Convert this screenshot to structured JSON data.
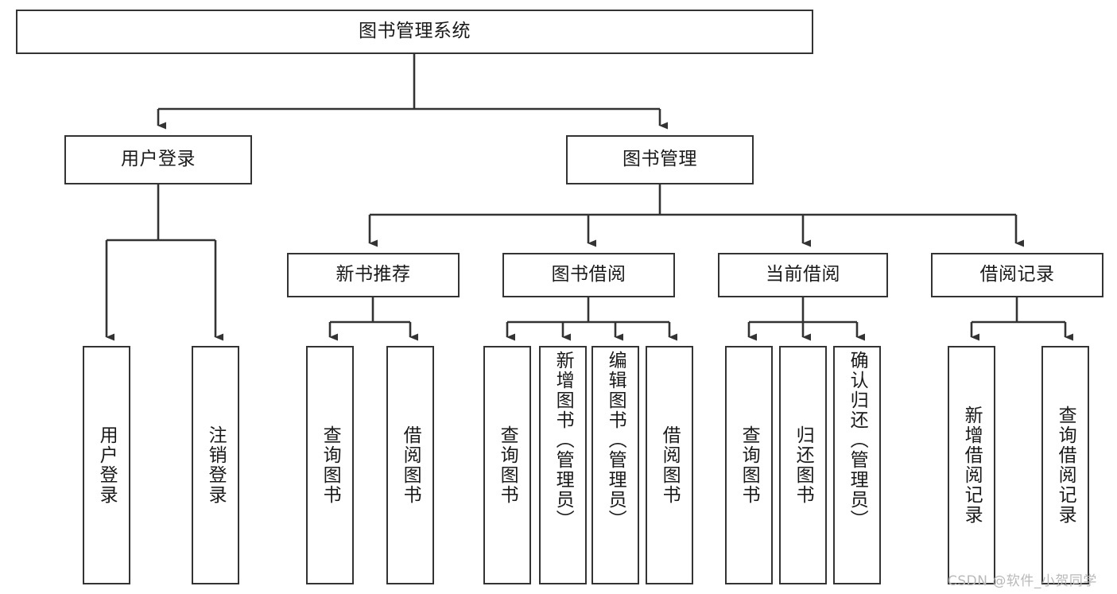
{
  "diagram": {
    "title": "图书管理系统",
    "type": "tree-hierarchy-chart",
    "orientation": "top-down",
    "colors": {
      "node_border": "#333333",
      "node_fill": "#ffffff",
      "edge": "#333333",
      "text": "#1a1a1a",
      "watermark": "#b9b9b9",
      "background": "#ffffff"
    }
  },
  "root": {
    "label": "图书管理系统"
  },
  "level2": [
    {
      "label": "用户登录"
    },
    {
      "label": "图书管理"
    }
  ],
  "level3": [
    {
      "label": "新书推荐"
    },
    {
      "label": "图书借阅"
    },
    {
      "label": "当前借阅"
    },
    {
      "label": "借阅记录"
    }
  ],
  "leaves": {
    "user_login": [
      {
        "label": "用户登录"
      },
      {
        "label": "注销登录"
      }
    ],
    "new_book_recommend": [
      {
        "label": "查询图书"
      },
      {
        "label": "借阅图书"
      }
    ],
    "book_borrow": [
      {
        "label": "查询图书"
      },
      {
        "label": "新增图书（管理员）"
      },
      {
        "label": "编辑图书（管理员）"
      },
      {
        "label": "借阅图书"
      }
    ],
    "current_borrow": [
      {
        "label": "查询图书"
      },
      {
        "label": "归还图书"
      },
      {
        "label": "确认归还（管理员）"
      }
    ],
    "borrow_record": [
      {
        "label": "新增借阅记录"
      },
      {
        "label": "查询借阅记录"
      }
    ]
  },
  "watermark": {
    "text": "CSDN @软件_小贺同学"
  }
}
